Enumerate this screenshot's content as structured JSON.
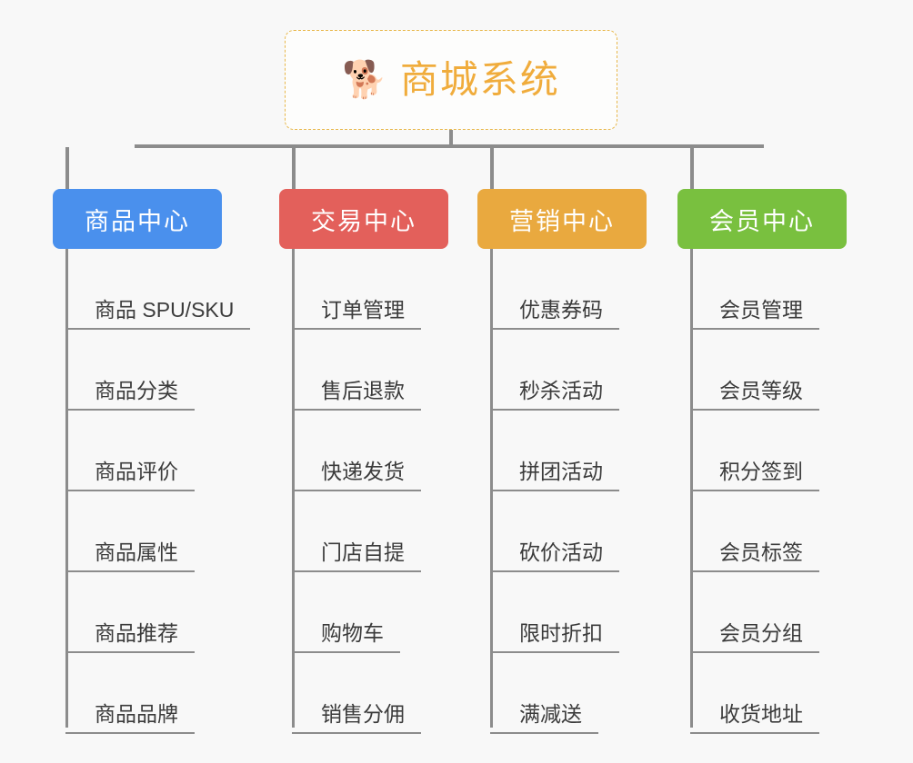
{
  "background_color": "#f8f8f8",
  "root": {
    "icon": "shiba-dog-emoji",
    "emoji": "🐕",
    "title": "商城系统",
    "border_color": "#e8b84b",
    "text_color": "#f0ac3c"
  },
  "connector_color": "#8c8c8c",
  "categories": [
    {
      "label": "商品中心",
      "color": "#4a90ed",
      "items": [
        {
          "label": "商品 SPU/SKU"
        },
        {
          "label": "商品分类"
        },
        {
          "label": "商品评价"
        },
        {
          "label": "商品属性"
        },
        {
          "label": "商品推荐"
        },
        {
          "label": "商品品牌"
        }
      ]
    },
    {
      "label": "交易中心",
      "color": "#e3605b",
      "items": [
        {
          "label": "订单管理"
        },
        {
          "label": "售后退款"
        },
        {
          "label": "快递发货"
        },
        {
          "label": "门店自提"
        },
        {
          "label": "购物车"
        },
        {
          "label": "销售分佣"
        }
      ]
    },
    {
      "label": "营销中心",
      "color": "#e9a93f",
      "items": [
        {
          "label": "优惠券码"
        },
        {
          "label": "秒杀活动"
        },
        {
          "label": "拼团活动"
        },
        {
          "label": "砍价活动"
        },
        {
          "label": "限时折扣"
        },
        {
          "label": "满减送"
        }
      ]
    },
    {
      "label": "会员中心",
      "color": "#79c03f",
      "items": [
        {
          "label": "会员管理"
        },
        {
          "label": "会员等级"
        },
        {
          "label": "积分签到"
        },
        {
          "label": "会员标签"
        },
        {
          "label": "会员分组"
        },
        {
          "label": "收货地址"
        }
      ]
    }
  ]
}
